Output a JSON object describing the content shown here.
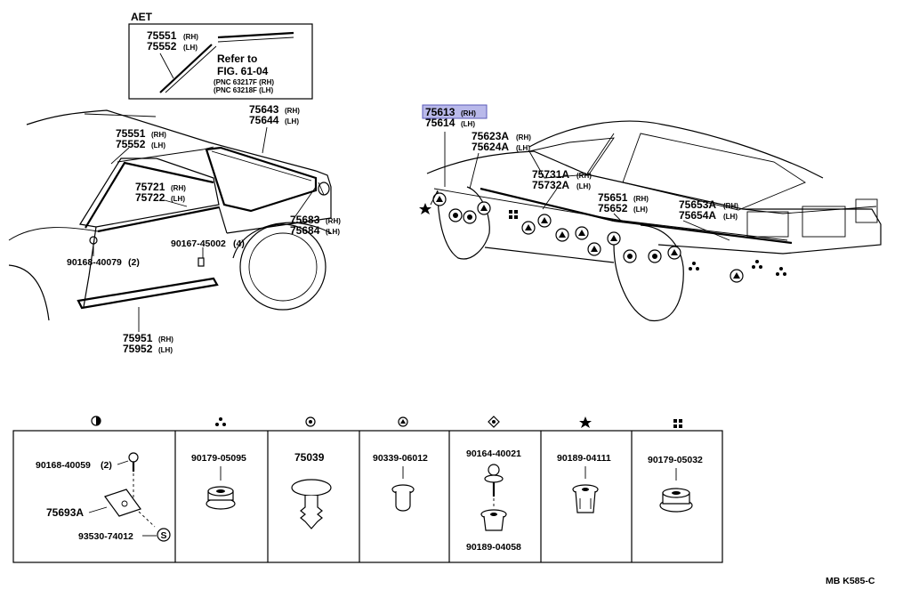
{
  "inset": {
    "header": "AET",
    "pn_rh": "75551",
    "pn_lh": "75552",
    "rh": "(RH)",
    "lh": "(LH)",
    "refer_1": "Refer to",
    "refer_2": "FIG. 61-04",
    "pnc_rh": "(PNC 63217F (RH)",
    "pnc_lh": "(PNC 63218F (LH)"
  },
  "left_callouts": {
    "c1_a": "75551",
    "c1_a_side": "(RH)",
    "c1_b": "75552",
    "c1_b_side": "(LH)",
    "c2_a": "75721",
    "c2_a_side": "(RH)",
    "c2_b": "75722",
    "c2_b_side": "(LH)",
    "c3_a": "75643",
    "c3_a_side": "(RH)",
    "c3_b": "75644",
    "c3_b_side": "(LH)",
    "c4_a": "75683",
    "c4_a_side": "(RH)",
    "c4_b": "75684",
    "c4_b_side": "(LH)",
    "c5": "90167-45002",
    "c5_qty": "(4)",
    "c6": "90168-40079",
    "c6_qty": "(2)",
    "c7_a": "75951",
    "c7_a_side": "(RH)",
    "c7_b": "75952",
    "c7_b_side": "(LH)"
  },
  "right_callouts": {
    "r1_a": "75613",
    "r1_a_side": "(RH)",
    "r1_b": "75614",
    "r1_b_side": "(LH)",
    "r2_a": "75623A",
    "r2_a_side": "(RH)",
    "r2_b": "75624A",
    "r2_b_side": "(LH)",
    "r3_a": "75731A",
    "r3_a_side": "(RH)",
    "r3_b": "75732A",
    "r3_b_side": "(LH)",
    "r4_a": "75651",
    "r4_a_side": "(RH)",
    "r4_b": "75652",
    "r4_b_side": "(LH)",
    "r5_a": "75653A",
    "r5_a_side": "(RH)",
    "r5_b": "75654A",
    "r5_b_side": "(LH)"
  },
  "table": {
    "cell1_a": "90168-40059",
    "cell1_a_qty": "(2)",
    "cell1_b": "75693A",
    "cell1_c": "93530-74012",
    "cell1_c_mark": "S",
    "cell2": "90179-05095",
    "cell3": "75039",
    "cell4": "90339-06012",
    "cell5_a": "90164-40021",
    "cell5_b": "90189-04058",
    "cell6": "90189-04111",
    "cell7": "90179-05032"
  },
  "footer": {
    "code": "MB  K585-C"
  }
}
